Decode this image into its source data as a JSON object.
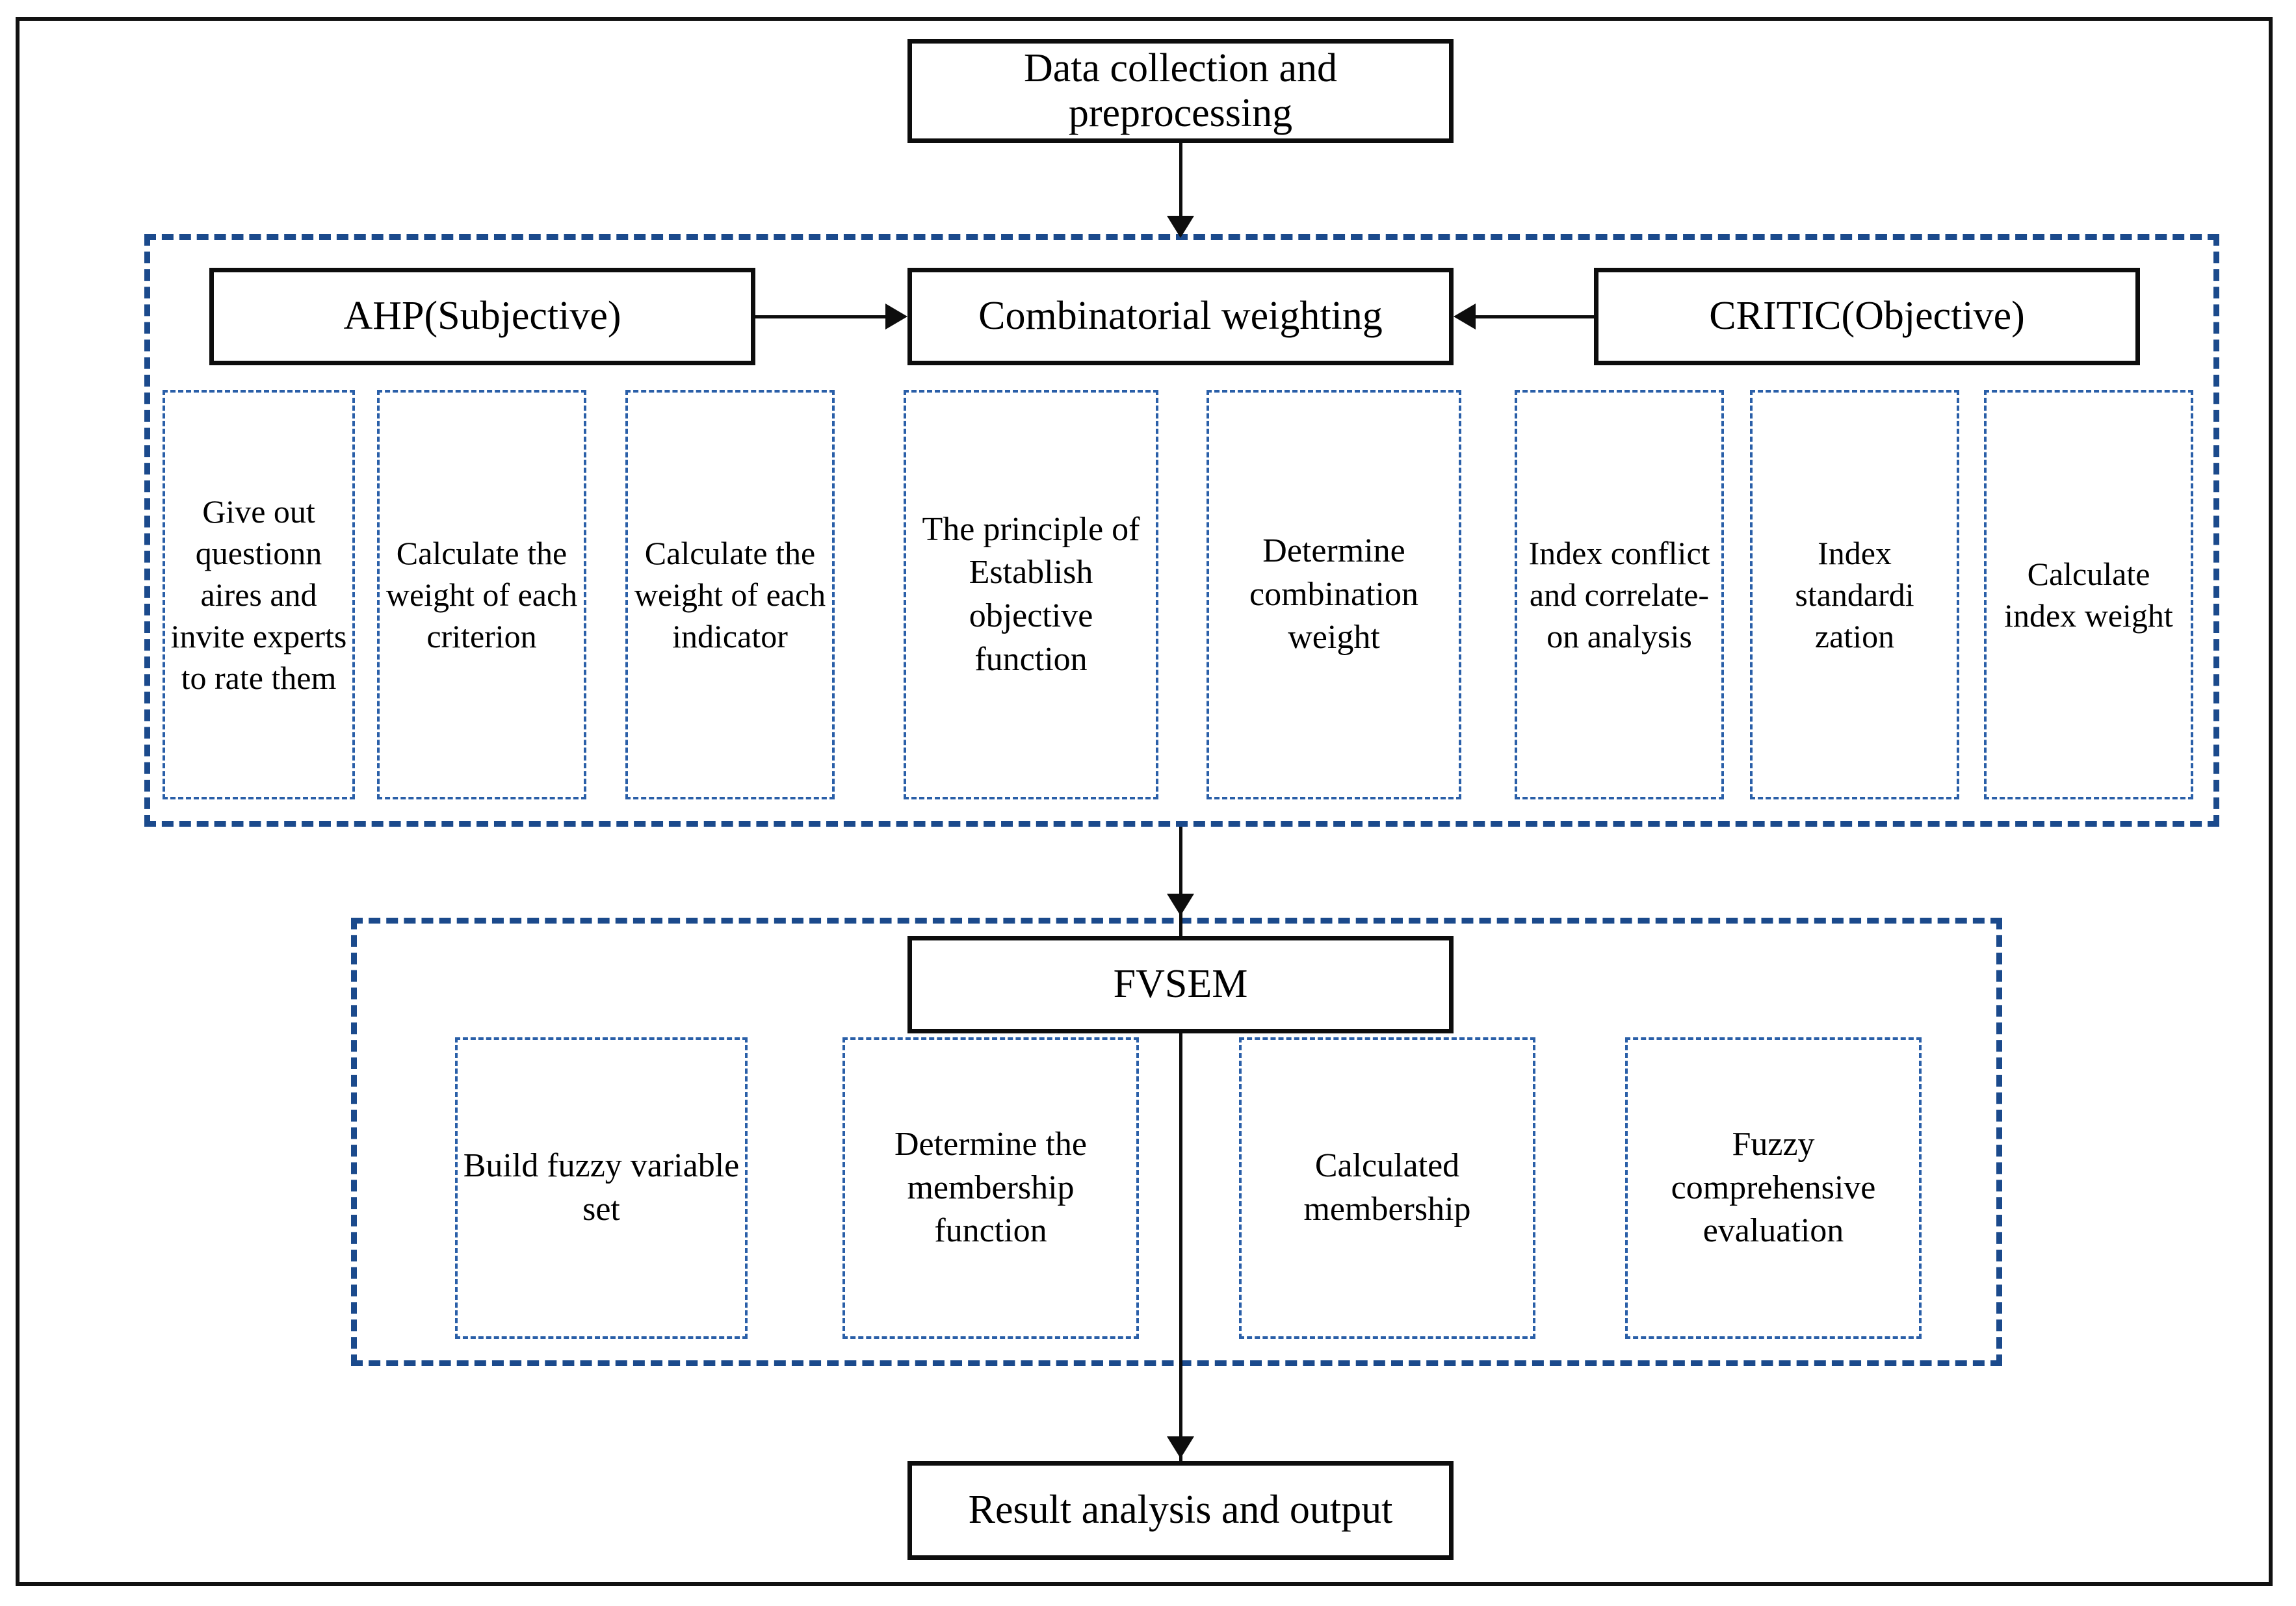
{
  "diagram": {
    "title_top": "Data collection and preprocessing",
    "title_bottom": "Result analysis and output",
    "colors": {
      "group_dash": "#1b4a8c",
      "leaf_dash": "#2a5fa8",
      "line": "#0d0d0d",
      "frame": "#111111",
      "background": "#ffffff"
    },
    "stage_weighting": {
      "left_method": "AHP(Subjective)",
      "center_method": "Combinatorial weighting",
      "right_method": "CRITIC(Objective)",
      "steps": [
        "Give out questionn aires and invite experts to rate them",
        "Calculate the weight of each criterion",
        "Calculate the weight of each indicator",
        "The principle of Establish objective function",
        "Determine combination weight",
        "Index conflict and correlate-on analysis",
        "Index standardi zation",
        "Calculate index weight"
      ]
    },
    "stage_fvsem": {
      "method": "FVSEM",
      "steps": [
        "Build fuzzy variable set",
        "Determine the membership function",
        "Calculated membership",
        "Fuzzy comprehensive evaluation"
      ]
    }
  }
}
